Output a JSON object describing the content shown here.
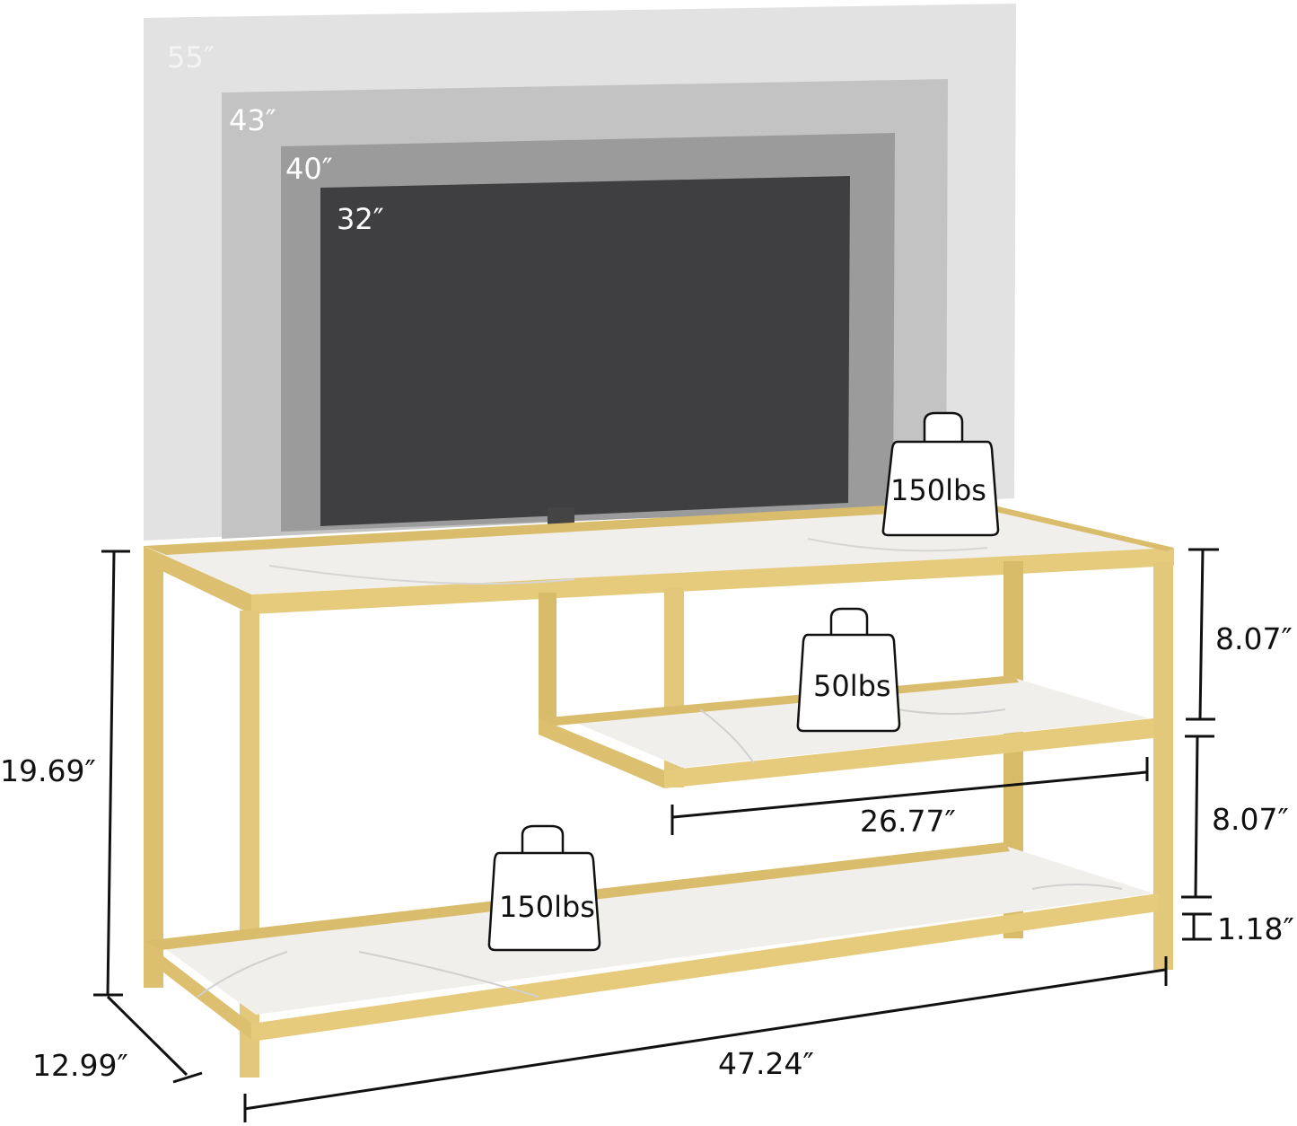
{
  "diagram": {
    "subject": "TV stand with TV size comparison",
    "tv_sizes": [
      {
        "label": "55″",
        "fill": "#e2e2e2"
      },
      {
        "label": "43″",
        "fill": "#c3c3c3"
      },
      {
        "label": "40″",
        "fill": "#9b9b9b"
      },
      {
        "label": "32″",
        "fill": "#3f3f41"
      }
    ],
    "weight_capacity": {
      "top_shelf": "150lbs",
      "middle_shelf": "50lbs",
      "bottom_shelf": "150lbs"
    },
    "dimensions": {
      "height": "19.69″",
      "depth": "12.99″",
      "width": "47.24″",
      "middle_shelf_width": "26.77″",
      "upper_gap": "8.07″",
      "lower_gap": "8.07″",
      "leg_clearance": "1.18″"
    },
    "colors": {
      "frame_gold": "#e3c77a",
      "frame_gold_dark": "#cfae5a",
      "marble": "#f1efeb",
      "dimension_line": "#111111"
    }
  }
}
